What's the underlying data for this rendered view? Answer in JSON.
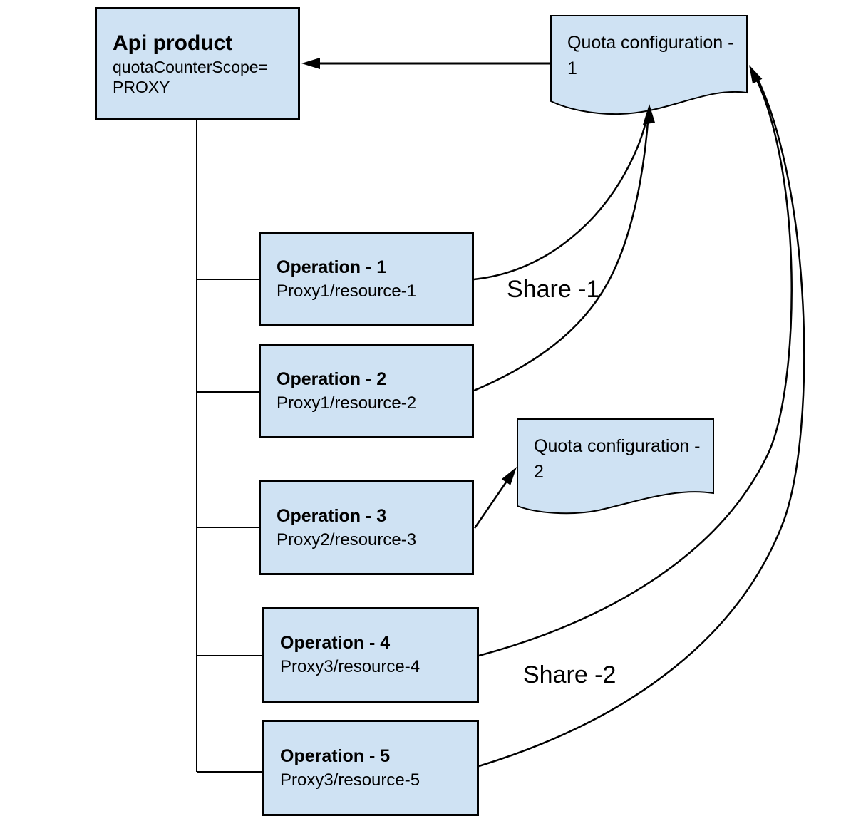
{
  "colors": {
    "node_fill": "#cfe2f3",
    "line": "#000000",
    "text": "#000000",
    "background": "#ffffff"
  },
  "api_product": {
    "title": "Api product",
    "attr_line1": "quotaCounterScope=",
    "attr_line2": "PROXY"
  },
  "quota_config_1": {
    "label": "Quota configuration - 1"
  },
  "quota_config_2": {
    "label": "Quota configuration - 2"
  },
  "operations": [
    {
      "title": "Operation - 1",
      "path": "Proxy1/resource-1"
    },
    {
      "title": "Operation - 2",
      "path": "Proxy1/resource-2"
    },
    {
      "title": "Operation - 3",
      "path": "Proxy2/resource-3"
    },
    {
      "title": "Operation - 4",
      "path": "Proxy3/resource-4"
    },
    {
      "title": "Operation - 5",
      "path": "Proxy3/resource-5"
    }
  ],
  "share_labels": [
    {
      "text": "Share -1"
    },
    {
      "text": "Share -2"
    }
  ]
}
